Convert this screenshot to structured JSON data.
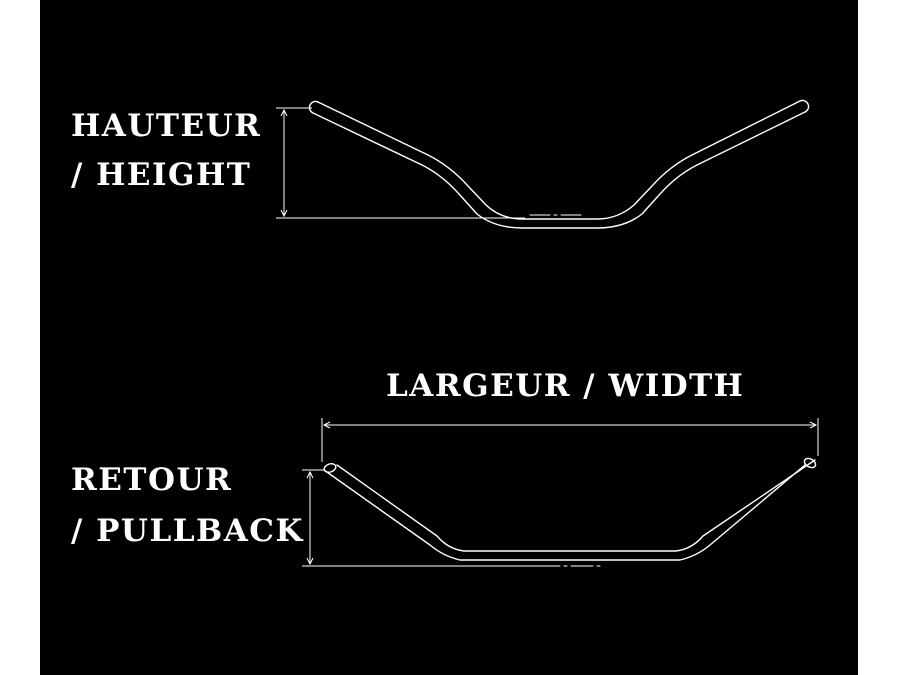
{
  "labels": {
    "hauteur": "HAUTEUR",
    "height": "/ HEIGHT",
    "width": "LARGEUR / WIDTH",
    "retour": "RETOUR",
    "pullback": "/ PULLBACK"
  },
  "colors": {
    "background": "#000000",
    "stroke": "#ffffff"
  }
}
